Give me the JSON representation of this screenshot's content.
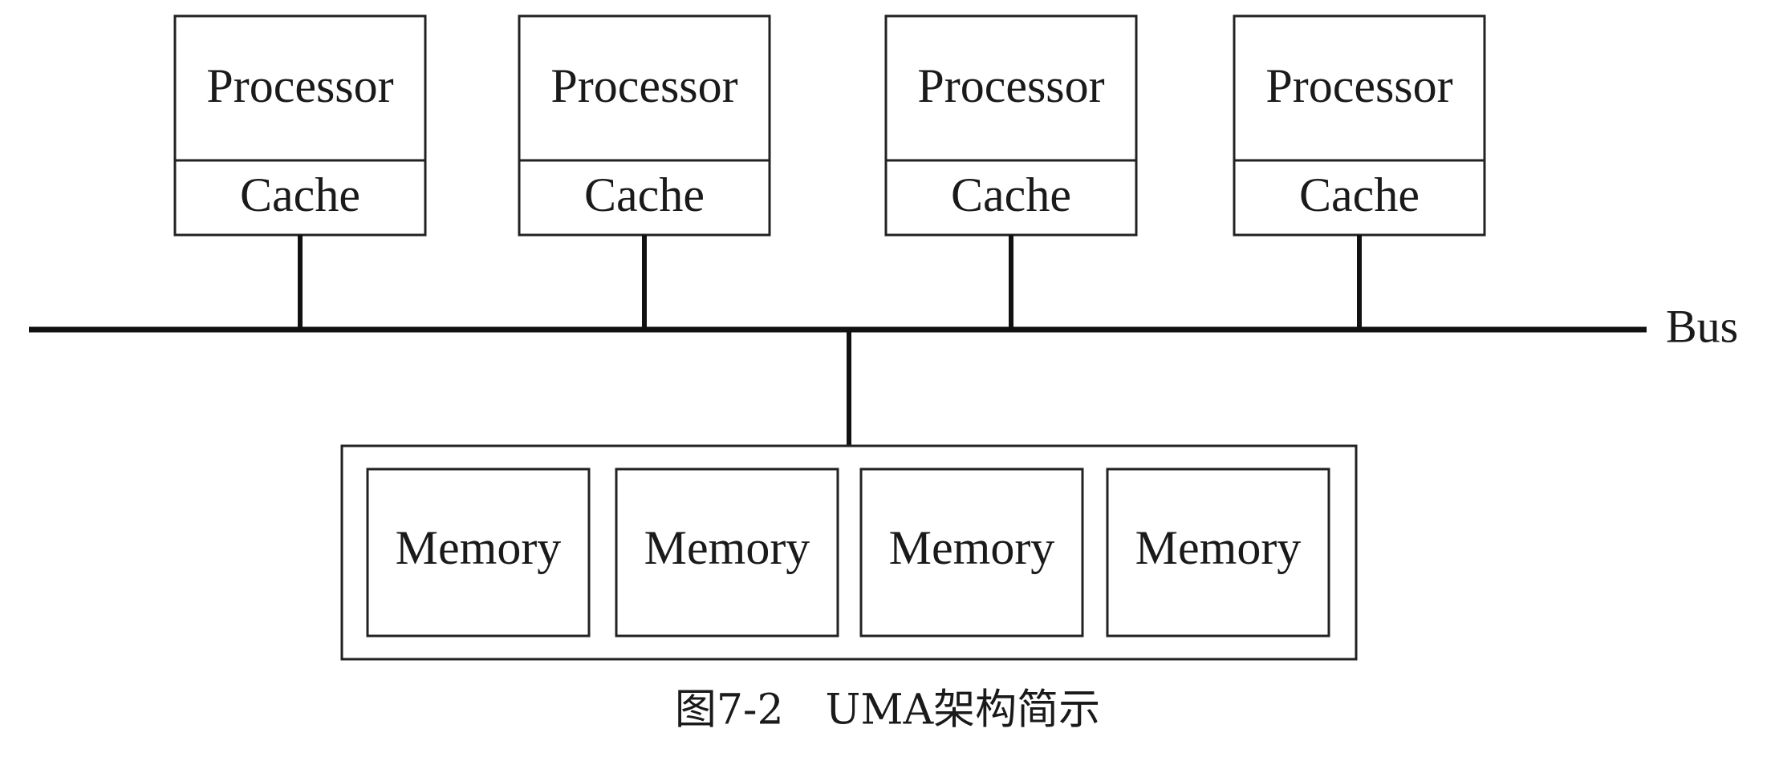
{
  "processors": [
    {
      "processor_label": "Processor",
      "cache_label": "Cache"
    },
    {
      "processor_label": "Processor",
      "cache_label": "Cache"
    },
    {
      "processor_label": "Processor",
      "cache_label": "Cache"
    },
    {
      "processor_label": "Processor",
      "cache_label": "Cache"
    }
  ],
  "bus": {
    "label": "Bus"
  },
  "memory": {
    "modules": [
      {
        "label": "Memory"
      },
      {
        "label": "Memory"
      },
      {
        "label": "Memory"
      },
      {
        "label": "Memory"
      }
    ]
  },
  "caption": "图7-2　UMA架构简示"
}
